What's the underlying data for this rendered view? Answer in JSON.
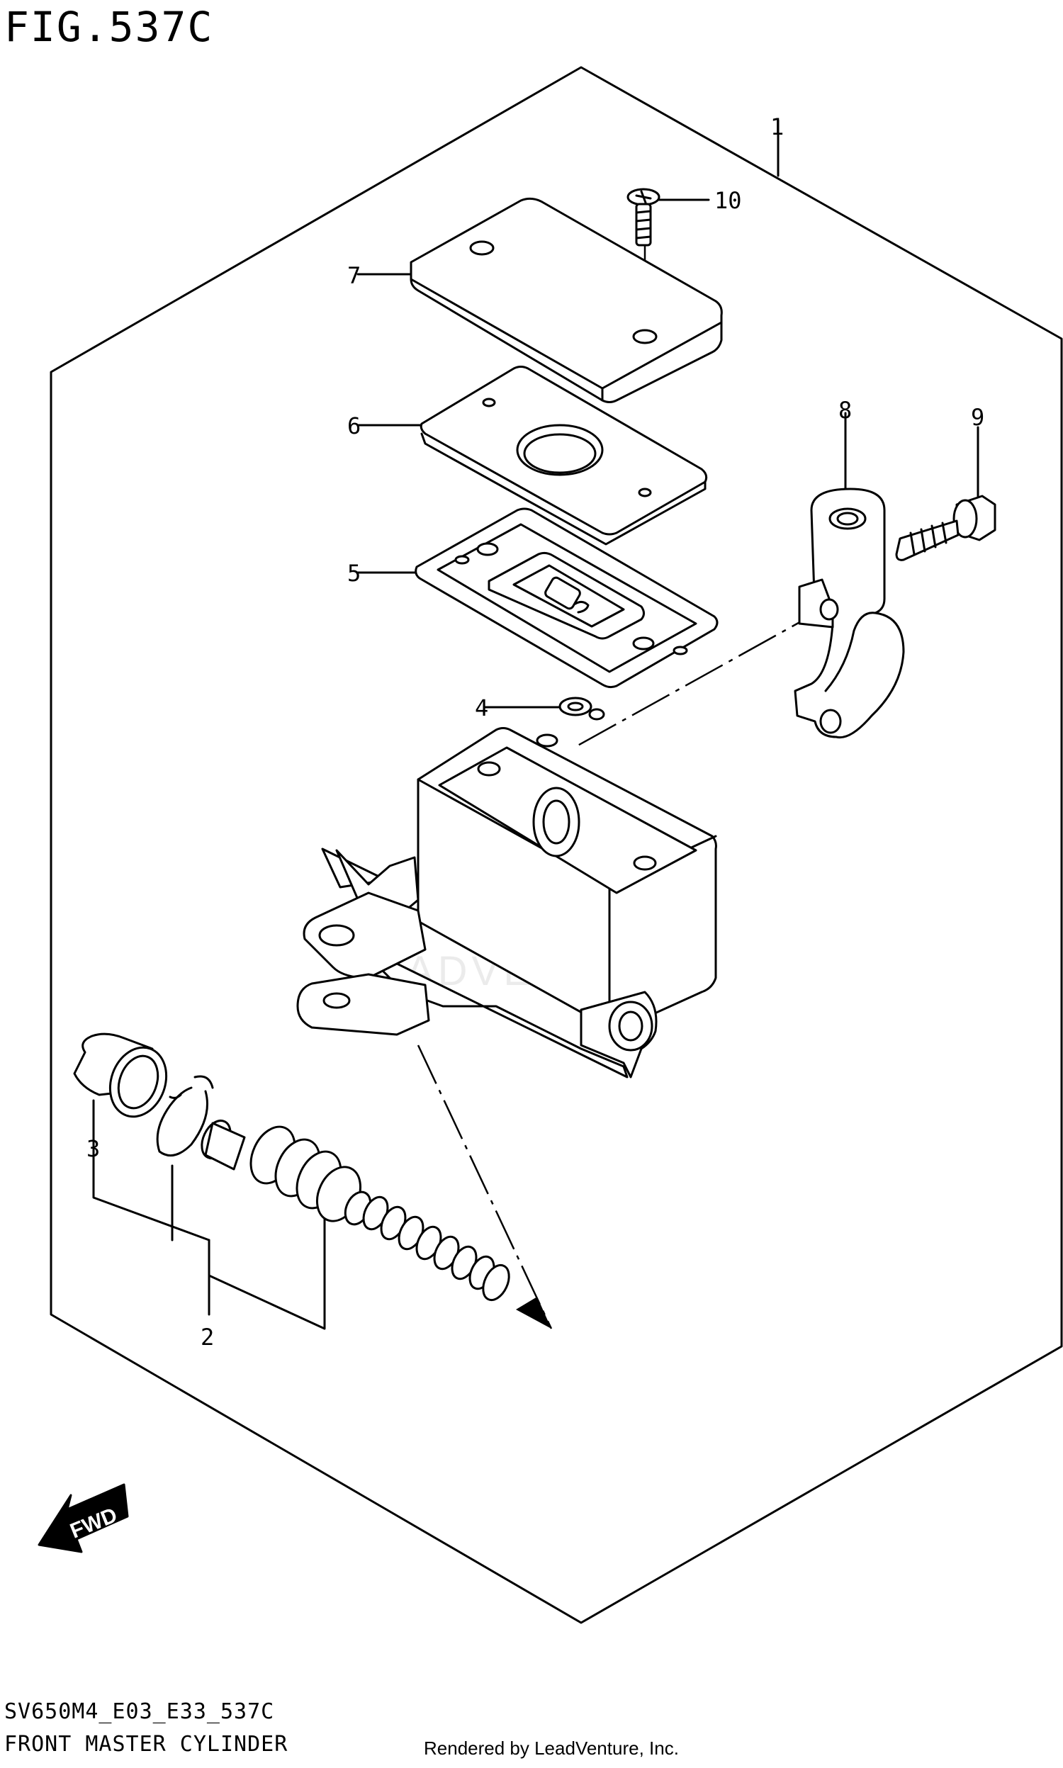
{
  "figure": {
    "title": "FIG.537C",
    "model_code": "SV650M4_E03_E33_537C",
    "name": "FRONT MASTER CYLINDER",
    "credit": "Rendered by LeadVenture, Inc.",
    "watermark": "LEADVENTURE"
  },
  "fwd_label": "FWD",
  "callouts": [
    "1",
    "2",
    "3",
    "4",
    "5",
    "6",
    "7",
    "8",
    "9",
    "10"
  ],
  "icons": [
    "fwd-arrow-icon",
    "leadventure-logo-icon"
  ]
}
